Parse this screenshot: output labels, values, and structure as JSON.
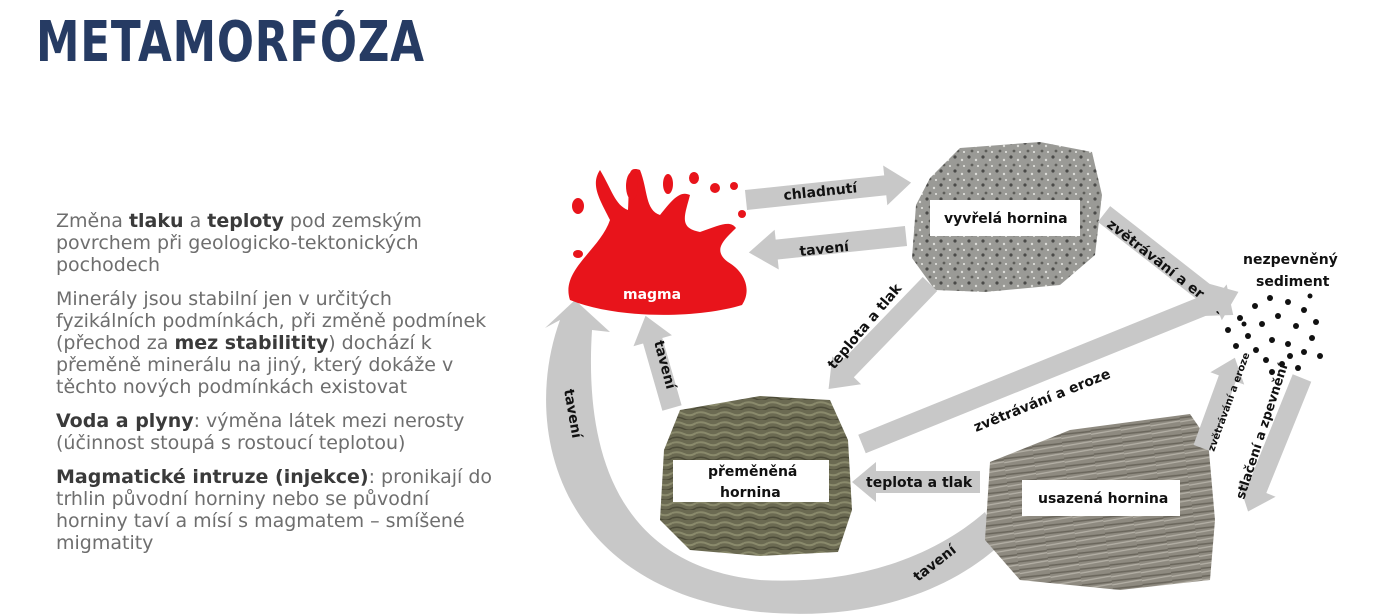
{
  "title": "METAMORFÓZA",
  "text": {
    "p1": {
      "a": "Změna ",
      "b1": "tlaku",
      "c": " a ",
      "b2": "teploty",
      "d": " pod zemským povrchem při geologicko-tektonických pochodech"
    },
    "p2": {
      "a": "Minerály jsou stabilní jen v určitých fyzikálních podmínkách, při změně podmínek (přechod za ",
      "b": "mez stabilitity",
      "c": ") dochází k přeměně minerálu na jiný, který dokáže v těchto nových podmínkách existovat"
    },
    "p3": {
      "b": "Voda a plyny",
      "c": ": výměna látek mezi nerosty (účinnost stoupá s rostoucí teplotou)"
    },
    "p4": {
      "b": "Magmatické intruze (injekce)",
      "c": ": pronikají do trhlin původní horniny nebo se původní horniny taví a mísí s magmatem – smíšené migmatity"
    }
  },
  "diagram": {
    "nodes": {
      "magma": "magma",
      "igneous_line1": "vyvřelá hornina",
      "sediment_line1": "nezpevněný",
      "sediment_line2": "sediment",
      "metamorphic_line1": "přeměněná",
      "metamorphic_line2": "hornina",
      "sedimentary": "usazená hornina"
    },
    "arrows": {
      "cooling": "chladnutí",
      "melting_top": "tavení",
      "weathering_top": "zvětrávání a eroze",
      "pressure_diag": "teplota a tlak",
      "melting_up": "tavení",
      "weathering_mid": "zvětrávání a eroze",
      "melting_big": "tavení",
      "weathering_small": "zvětrávání a eroze",
      "compaction": "stlačení a zpevnění",
      "pressure_horiz": "teplota a tlak",
      "melting_bottom": "tavení"
    },
    "colors": {
      "magma": "#e8141b",
      "arrow": "#c8c8c8",
      "title": "#263b63"
    }
  }
}
